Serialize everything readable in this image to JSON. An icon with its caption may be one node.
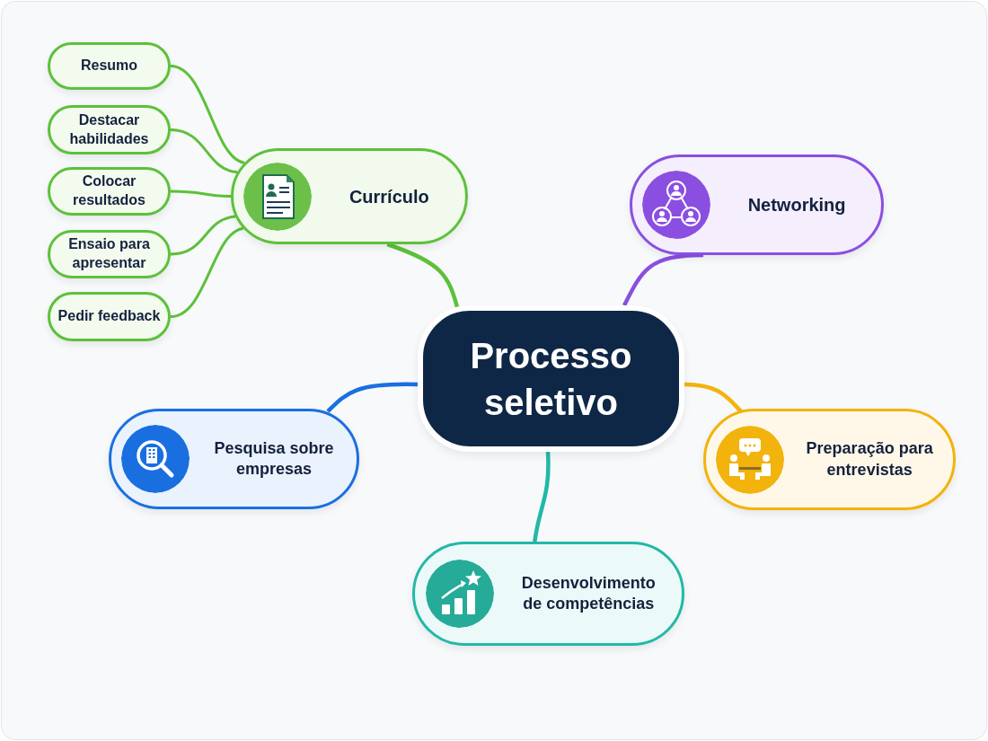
{
  "diagram": {
    "nodes": [
      {
        "text": [
          "Processo seletivo"
        ]
      },
      {
        "text": [
          "Currículo"
        ]
      },
      {
        "text": [
          "Networking"
        ]
      },
      {
        "text": [
          "Preparação para entrevistas"
        ]
      },
      {
        "text": [
          "Desenvolvimento de competências"
        ]
      },
      {
        "text": [
          "Pesquisa sobre empresas"
        ]
      },
      {
        "text": [
          "Resumo"
        ]
      },
      {
        "text": [
          "Destacar habilidades"
        ]
      },
      {
        "text": [
          "Colocar resultados"
        ]
      },
      {
        "text": [
          "Ensaio para apresentar"
        ]
      },
      {
        "text": [
          "Pedir feedback"
        ]
      }
    ],
    "edges": [
      {
        "from": 0,
        "to": 1,
        "arrow": "none"
      },
      {
        "from": 0,
        "to": 2,
        "arrow": "none",
        "color": "#8a4fe0"
      },
      {
        "from": 0,
        "to": 3,
        "arrow": "none",
        "color": "#f2b30c"
      },
      {
        "from": 0,
        "to": 4,
        "arrow": "none",
        "color": "#22b8a8"
      },
      {
        "from": 0,
        "to": 5,
        "arrow": "none",
        "color": "#1a6fe0"
      },
      {
        "from": 1,
        "to": 6,
        "arrow": "none"
      },
      {
        "from": 1,
        "to": 7,
        "arrow": "none"
      },
      {
        "from": 1,
        "to": 8,
        "arrow": "none"
      },
      {
        "from": 1,
        "to": 9,
        "arrow": "none"
      },
      {
        "from": 1,
        "to": 10,
        "arrow": "none"
      }
    ]
  }
}
